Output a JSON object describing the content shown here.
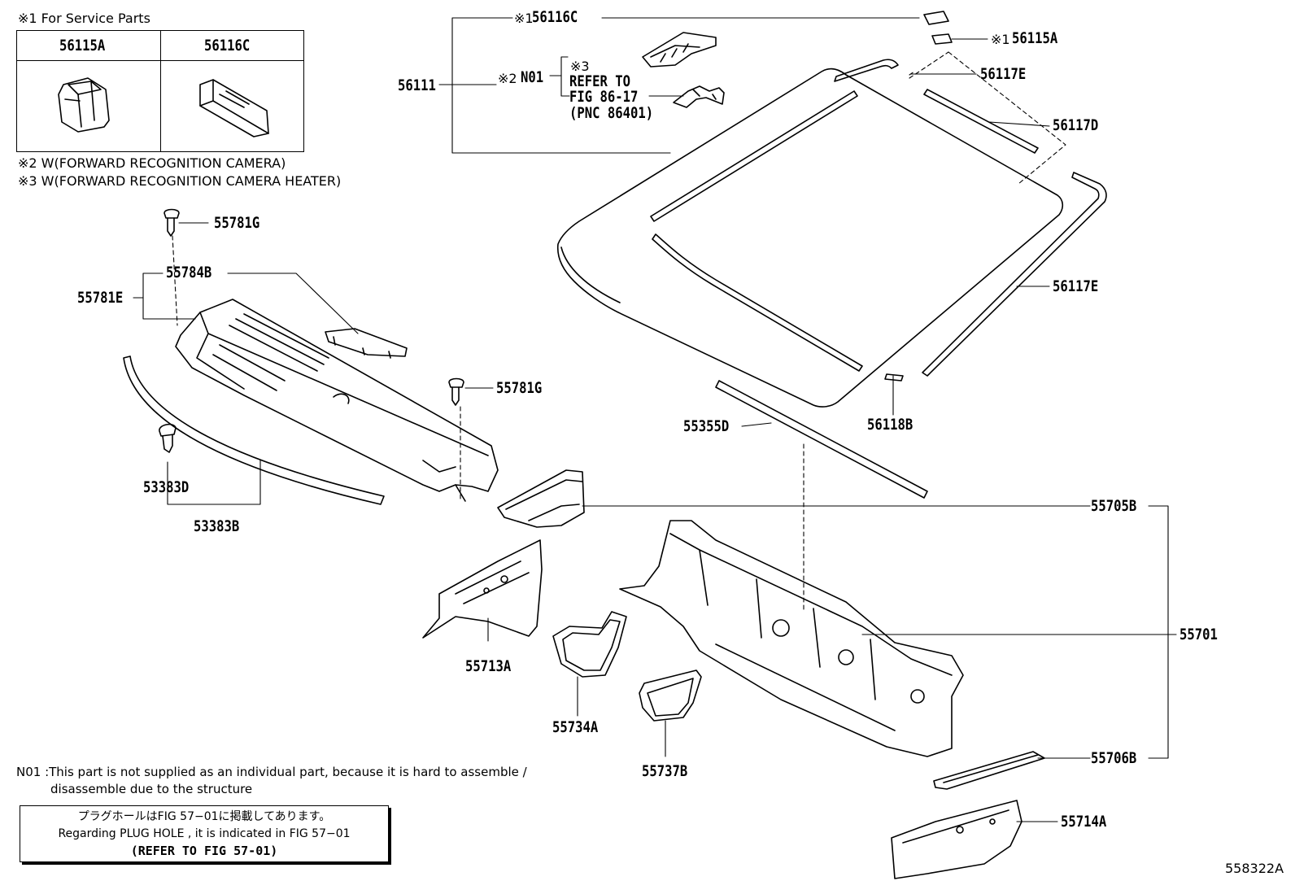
{
  "service_parts": {
    "header": "※1 For Service Parts",
    "col1": "56115A",
    "col2": "56116C"
  },
  "footnotes": {
    "n2": "※2 W(FORWARD RECOGNITION CAMERA)",
    "n3": "※3 W(FORWARD RECOGNITION CAMERA HEATER)"
  },
  "camera_group": {
    "main_part": "56111",
    "n2_prefix": "※2",
    "n01": "N01",
    "n3_prefix": "※3",
    "refer_to": "REFER TO",
    "fig": "FIG 86-17",
    "pnc": "(PNC 86401)",
    "top_cover_prefix": "※1",
    "top_cover": "56116C",
    "bracket_prefix": "※1",
    "bracket": "56115A"
  },
  "part_labels": {
    "p56117E_top": "56117E",
    "p56117D": "56117D",
    "p56117E_side": "56117E",
    "p56118B": "56118B",
    "p55355D": "55355D",
    "p55781G_top": "55781G",
    "p55784B": "55784B",
    "p55781E": "55781E",
    "p55781G_mid": "55781G",
    "p53383D": "53383D",
    "p53383B": "53383B",
    "p55705B": "55705B",
    "p55701": "55701",
    "p55713A": "55713A",
    "p55734A": "55734A",
    "p55737B": "55737B",
    "p55706B": "55706B",
    "p55714A": "55714A"
  },
  "note_n01": {
    "line1": "N01 :This part is not supplied as an individual part, because it is hard to assemble /",
    "line2": "disassemble due to the structure"
  },
  "plug_hole": {
    "jp": "プラグホールはFIG 57−01に掲載してあります。",
    "en": "Regarding  PLUG  HOLE , it is indicated in FIG  57−01",
    "ref": "(REFER TO FIG 57-01)"
  },
  "drawing_number": "558322A"
}
